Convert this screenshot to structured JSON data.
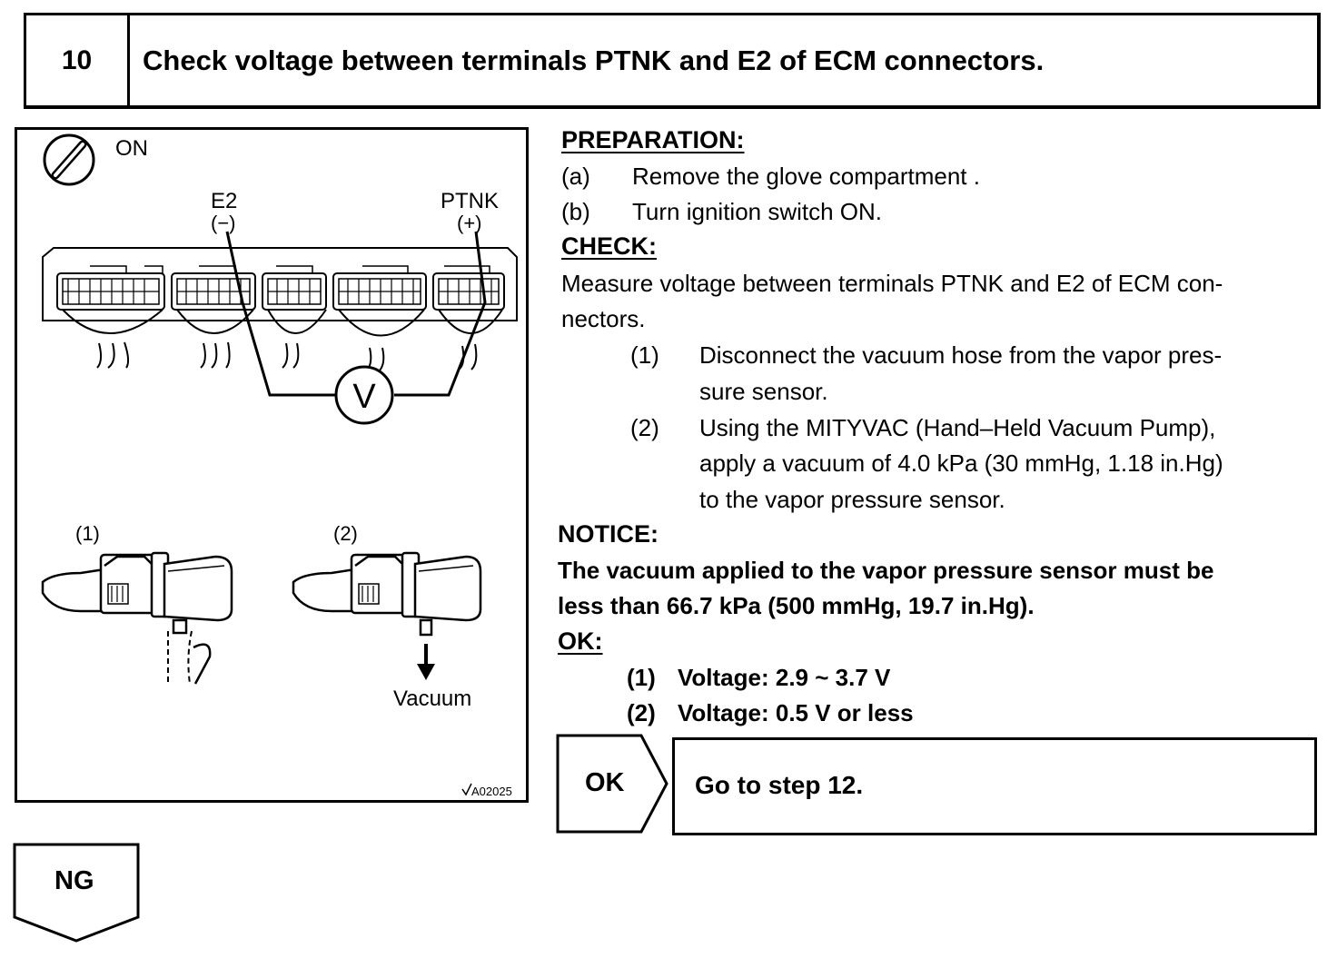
{
  "header": {
    "step_number": "10",
    "title": "Check voltage between terminals PTNK and E2 of ECM connectors."
  },
  "illustration": {
    "ignition_label": "ON",
    "e2_label": "E2",
    "e2_polarity": "(−)",
    "ptnk_label": "PTNK",
    "ptnk_polarity": "(+)",
    "meter_label": "V",
    "step1_label": "(1)",
    "step2_label": "(2)",
    "vacuum_label": "Vacuum",
    "figure_id": "A02025"
  },
  "preparation": {
    "heading": "PREPARATION:",
    "items": [
      {
        "marker": "(a)",
        "text": "Remove the glove compartment ."
      },
      {
        "marker": "(b)",
        "text": "Turn ignition switch ON."
      }
    ]
  },
  "check": {
    "heading": "CHECK:",
    "intro_line1": "Measure voltage between terminals PTNK and E2 of ECM con-",
    "intro_line2": "nectors.",
    "steps": [
      {
        "marker": "(1)",
        "lines": [
          "Disconnect the vacuum hose from the vapor pres-",
          "sure sensor."
        ]
      },
      {
        "marker": "(2)",
        "lines": [
          "Using the MITYVAC  (Hand–Held  Vacuum Pump),",
          "apply a vacuum of 4.0 kPa (30 mmHg, 1.18 in.Hg)",
          "to the vapor pressure sensor."
        ]
      }
    ]
  },
  "notice": {
    "heading": "NOTICE:",
    "line1": "The vacuum applied to the vapor pressure sensor must be",
    "line2": "less than 66.7 kPa (500 mmHg, 19.7 in.Hg)."
  },
  "ok": {
    "heading": "OK:",
    "items": [
      {
        "marker": "(1)",
        "text": "Voltage: 2.9 ~ 3.7 V"
      },
      {
        "marker": "(2)",
        "text": "Voltage: 0.5 V or less"
      }
    ]
  },
  "result_ok": {
    "tag": "OK",
    "action": "Go to step 12."
  },
  "result_ng": {
    "tag": "NG"
  }
}
